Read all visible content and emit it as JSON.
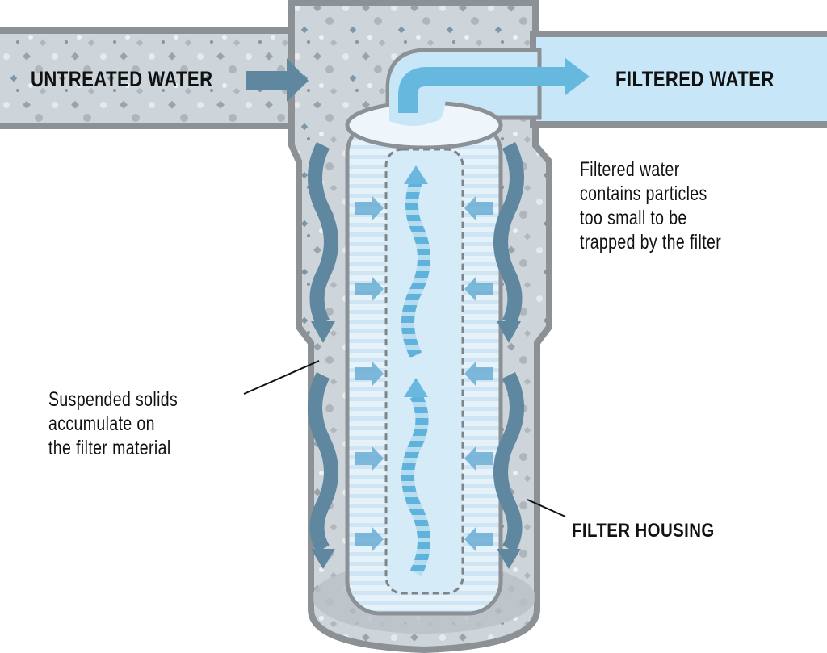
{
  "diagram": {
    "type": "water-filter-cross-section",
    "labels": {
      "inlet": "UNTREATED WATER",
      "outlet": "FILTERED WATER",
      "housing": "FILTER HOUSING"
    },
    "notes": {
      "filtered": [
        "Filtered water",
        "contains particles",
        "too small to be",
        "trapped by the filter"
      ],
      "solids": [
        "Suspended solids",
        "accumulate on",
        "the filter material"
      ]
    },
    "colors": {
      "housing_wall": "#8c9195",
      "housing_fill": "#ccd4da",
      "filtered_pipe": "#c7e6f7",
      "flow_arrow_dark": "#5f87a0",
      "flow_arrow_light": "#66b8de",
      "cartridge": "#e3f1fa"
    }
  }
}
